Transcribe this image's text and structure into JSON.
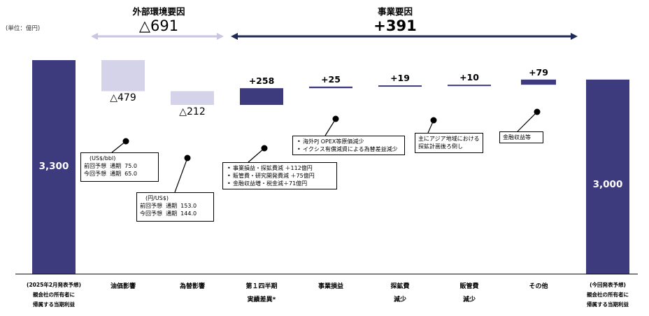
{
  "unit_label": "(単位：億円)",
  "groups": {
    "external": {
      "name": "外部環境要因",
      "value": "△691"
    },
    "business": {
      "name": "事業要因",
      "value": "+391"
    }
  },
  "colors": {
    "bar": "#3e3a7e",
    "bar_light": "#d4d3e9",
    "arrow_external": "#c8c6e3",
    "arrow_business": "#1f2a56"
  },
  "chart_data": {
    "type": "bar",
    "subtype": "waterfall",
    "categories": [
      "(2025年2月発表予想)\n親会社の所有者に\n帰属する当期利益",
      "油価影響",
      "為替影響",
      "第１四半期\n実績差異*",
      "事業損益",
      "探鉱費\n減少",
      "販管費\n減少",
      "その他",
      "(今回発表予想)\n親会社の所有者に\n帰属する当期利益"
    ],
    "values": [
      3300,
      -479,
      -212,
      258,
      25,
      19,
      10,
      79,
      3000
    ],
    "value_labels": [
      "3,300",
      "△479",
      "△212",
      "+258",
      "+25",
      "+19",
      "+10",
      "+79",
      "3,000"
    ],
    "ylim": [
      0,
      3300
    ]
  },
  "x_labels": [
    [
      "(2025年2月発表予想)",
      "親会社の所有者に",
      "帰属する当期利益"
    ],
    [
      "油価影響"
    ],
    [
      "為替影響"
    ],
    [
      "第１四半期",
      "実績差異*"
    ],
    [
      "事業損益"
    ],
    [
      "探鉱費",
      "減少"
    ],
    [
      "販管費",
      "減少"
    ],
    [
      "その他"
    ],
    [
      "(今回発表予想)",
      "親会社の所有者に",
      "帰属する当期利益"
    ]
  ],
  "callouts": {
    "oil": {
      "header": "(US$/bbl)",
      "rows": [
        "前回予想  通期  75.0",
        "今回予想  通期  65.0"
      ]
    },
    "fx": {
      "header": "(円/US$)",
      "rows": [
        "前回予想  通期  153.0",
        "今回予想  通期  144.0"
      ]
    },
    "q1": {
      "items": [
        "事業損益・探鉱費減 ＋112億円",
        "販管費・研究開発費減 ＋75億円",
        "金融収益増・税金減＋71億円"
      ]
    },
    "business": {
      "items": [
        "海外PJ OPEX等原価減少",
        "イクシス有償減資による為替差益減少"
      ]
    },
    "exploration": {
      "rows": [
        "主にアジア地域における",
        "探鉱計画後ろ倒し"
      ]
    },
    "other": {
      "rows": [
        "金融収益等"
      ]
    }
  }
}
